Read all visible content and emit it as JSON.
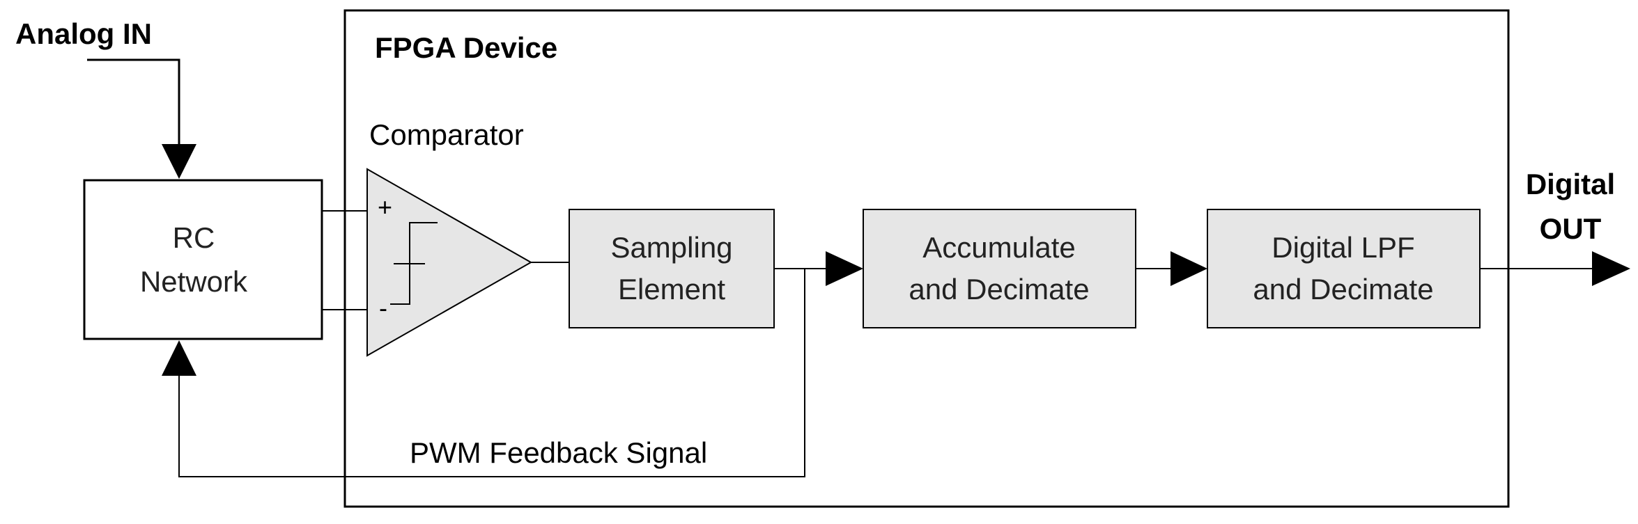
{
  "labels": {
    "analog_in": "Analog IN",
    "fpga_device": "FPGA Device",
    "comparator": "Comparator",
    "digital_out_line1": "Digital",
    "digital_out_line2": "OUT",
    "pwm_feedback": "PWM Feedback Signal",
    "plus_sign": "+",
    "minus_sign": "-"
  },
  "blocks": {
    "rc_network": {
      "line1": "RC",
      "line2": "Network"
    },
    "sampling_element": {
      "line1": "Sampling",
      "line2": "Element"
    },
    "accumulate_decimate": {
      "line1": "Accumulate",
      "line2": "and Decimate"
    },
    "digital_lpf": {
      "line1": "Digital LPF",
      "line2": "and Decimate"
    }
  },
  "colors": {
    "stroke": "#000000",
    "block_fill_shaded": "#e6e6e6",
    "block_fill_plain": "#ffffff"
  }
}
